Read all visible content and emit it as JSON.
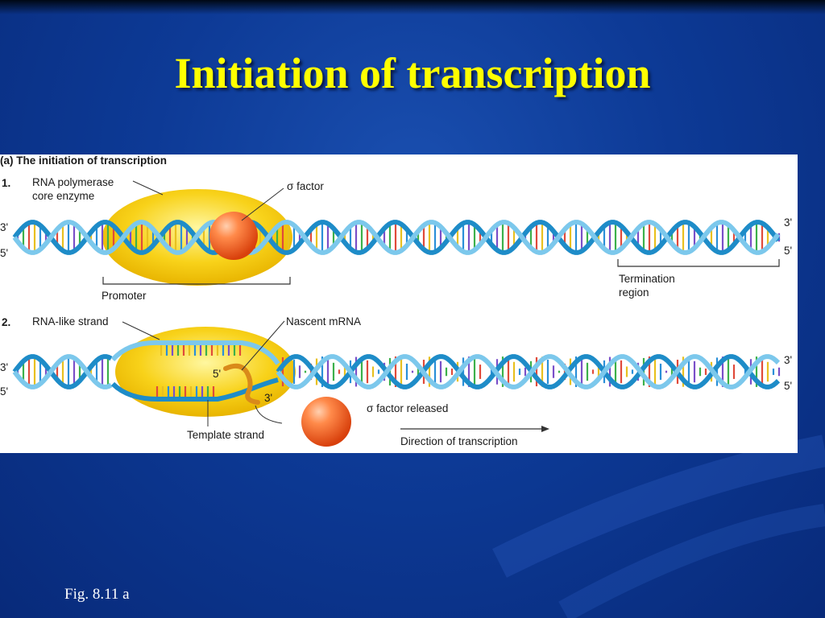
{
  "slide": {
    "title": "Initiation of transcription",
    "caption": "Fig. 8.11 a"
  },
  "figure": {
    "heading": "(a) The initiation of transcription",
    "step1": {
      "number": "1.",
      "polymerase_label_line1": "RNA polymerase",
      "polymerase_label_line2": "core enzyme",
      "sigma_label": "σ factor",
      "promoter_label": "Promoter",
      "termination_line1": "Termination",
      "termination_line2": "region",
      "end_3prime_left": "3'",
      "end_5prime_left": "5'",
      "end_3prime_right": "3'",
      "end_5prime_right": "5'"
    },
    "step2": {
      "number": "2.",
      "rna_like_label": "RNA-like strand",
      "nascent_label": "Nascent mRNA",
      "mrna_5prime": "5'",
      "mrna_3prime": "3'",
      "template_label": "Template strand",
      "sigma_released_label": "σ factor released",
      "direction_label": "Direction of transcription",
      "end_3prime_left": "3'",
      "end_5prime_left": "5'",
      "end_3prime_right": "3'",
      "end_5prime_right": "5'"
    },
    "colors": {
      "strand_light": "#7cc8ec",
      "strand_dark": "#1e8cc8",
      "polymerase": "#f5c400",
      "sigma": "#f05a1e",
      "mrna": "#d98a1a"
    }
  }
}
